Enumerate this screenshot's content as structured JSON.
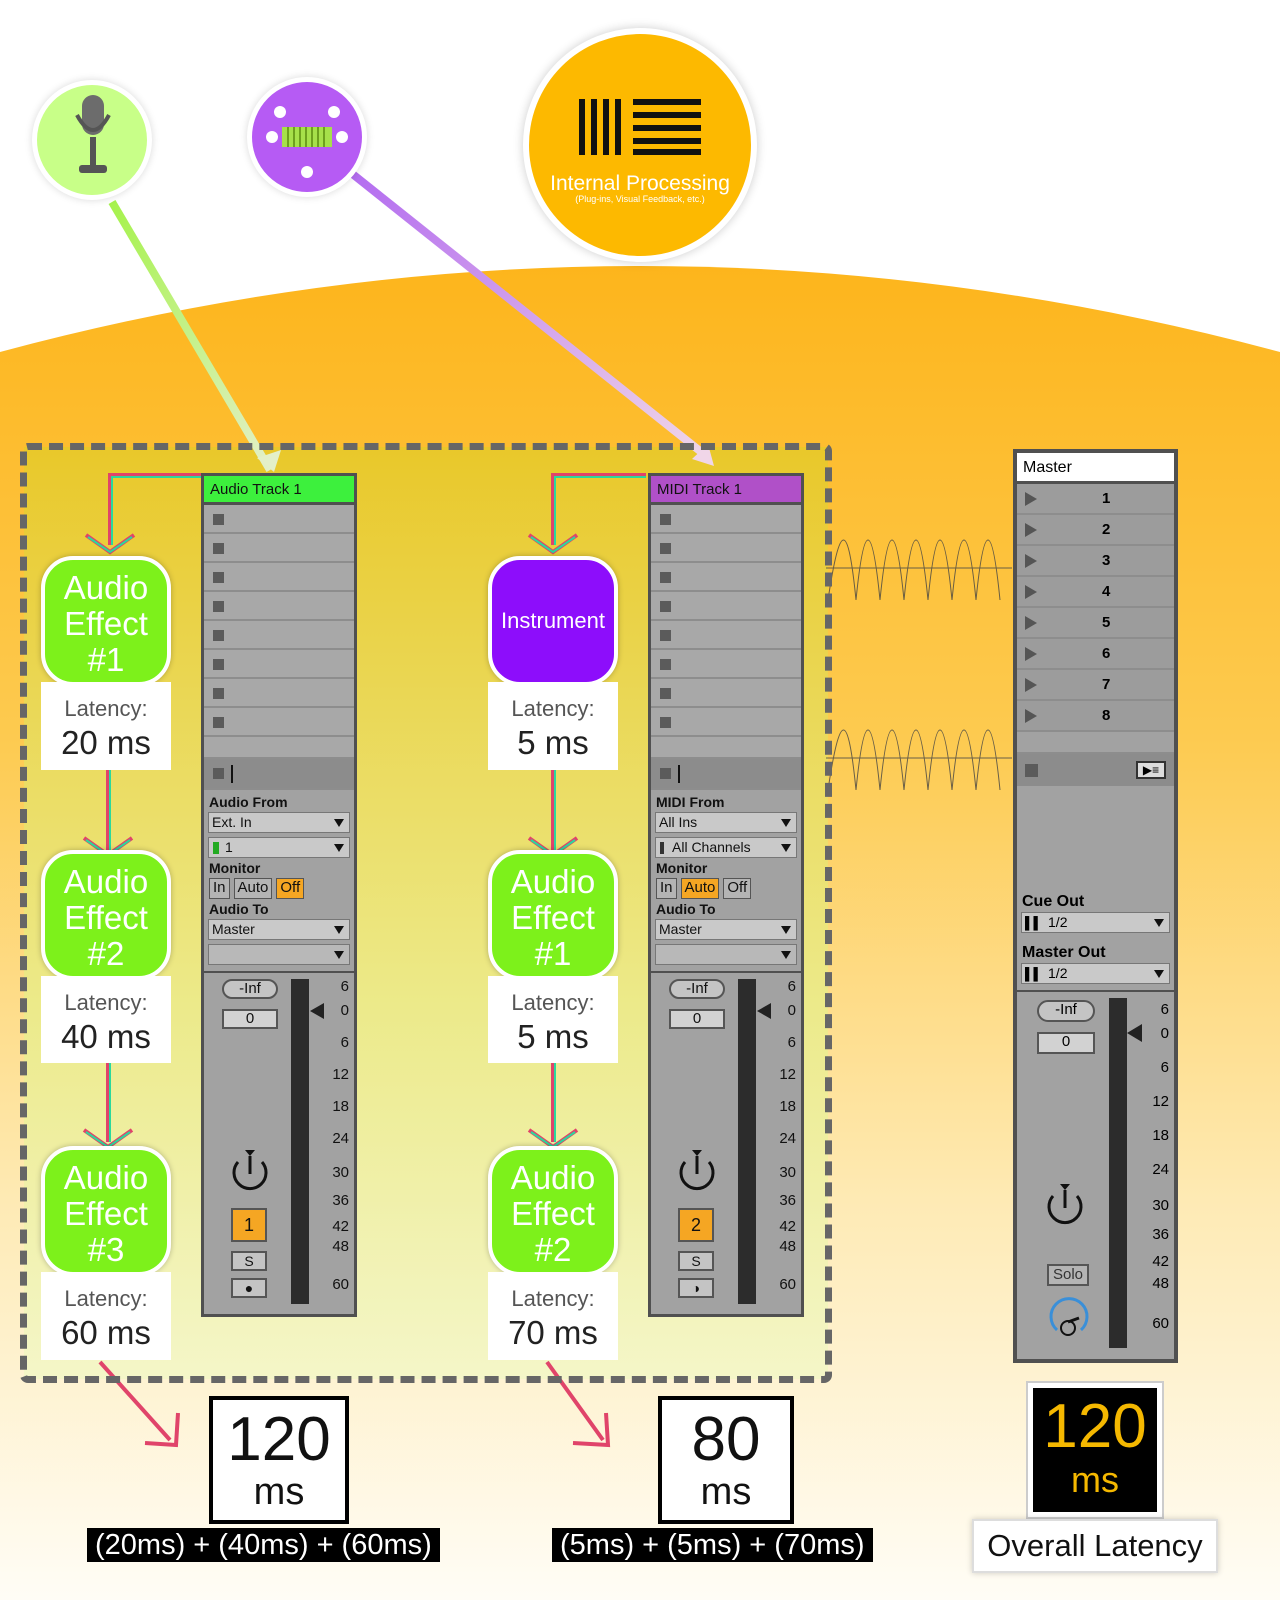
{
  "colors": {
    "accent_orange": "#fdb900",
    "audio_green": "#7df11b",
    "midi_purple": "#8d0dfb",
    "mic_green": "#c8ff88",
    "midi_circle": "#b65bf4",
    "arm_orange": "#f5a623"
  },
  "sources": {
    "mic_icon": "microphone-icon",
    "midi_icon": "midi-keyboard-icon"
  },
  "hub": {
    "title": "Internal Processing",
    "subtitle": "(Plug-ins, Visual Feedback, etc.)"
  },
  "audio_chain": {
    "effects": [
      {
        "line1": "Audio",
        "line2": "Effect",
        "line3": "#1",
        "latency_label": "Latency:",
        "latency": "20 ms"
      },
      {
        "line1": "Audio",
        "line2": "Effect",
        "line3": "#2",
        "latency_label": "Latency:",
        "latency": "40 ms"
      },
      {
        "line1": "Audio",
        "line2": "Effect",
        "line3": "#3",
        "latency_label": "Latency:",
        "latency": "60 ms"
      }
    ],
    "total_value": "120",
    "total_unit": "ms",
    "formula": "(20ms) + (40ms) + (60ms)"
  },
  "midi_chain": {
    "effects": [
      {
        "label": "Instrument",
        "latency_label": "Latency:",
        "latency": "5 ms"
      },
      {
        "line1": "Audio",
        "line2": "Effect",
        "line3": "#1",
        "latency_label": "Latency:",
        "latency": "5 ms"
      },
      {
        "line1": "Audio",
        "line2": "Effect",
        "line3": "#2",
        "latency_label": "Latency:",
        "latency": "70 ms"
      }
    ],
    "total_value": "80",
    "total_unit": "ms",
    "formula": "(5ms) + (5ms) + (70ms)"
  },
  "audio_track": {
    "name": "Audio Track 1",
    "from_label": "Audio From",
    "from_value": "Ext. In",
    "channel_value": "1",
    "monitor_label": "Monitor",
    "monitor_in": "In",
    "monitor_auto": "Auto",
    "monitor_off": "Off",
    "to_label": "Audio To",
    "to_value": "Master",
    "volume": "-Inf",
    "pan": "0",
    "track_number": "1",
    "solo": "S",
    "arm": "●"
  },
  "midi_track": {
    "name": "MIDI Track 1",
    "from_label": "MIDI From",
    "from_value": "All Ins",
    "channel_value": "All Channels",
    "monitor_label": "Monitor",
    "monitor_in": "In",
    "monitor_auto": "Auto",
    "monitor_off": "Off",
    "to_label": "Audio To",
    "to_value": "Master",
    "volume": "-Inf",
    "pan": "0",
    "track_number": "2",
    "solo": "S",
    "arm": "◑"
  },
  "meter_ticks": [
    "6",
    "0",
    "6",
    "12",
    "18",
    "24",
    "30",
    "36",
    "42",
    "48",
    "60"
  ],
  "master": {
    "name": "Master",
    "scenes": [
      "1",
      "2",
      "3",
      "4",
      "5",
      "6",
      "7",
      "8"
    ],
    "cue_label": "Cue Out",
    "cue_value": "1/2",
    "out_label": "Master Out",
    "out_value": "1/2",
    "volume": "-Inf",
    "pan": "0",
    "solo": "Solo"
  },
  "overall": {
    "value": "120",
    "unit": "ms",
    "label": "Overall Latency"
  }
}
